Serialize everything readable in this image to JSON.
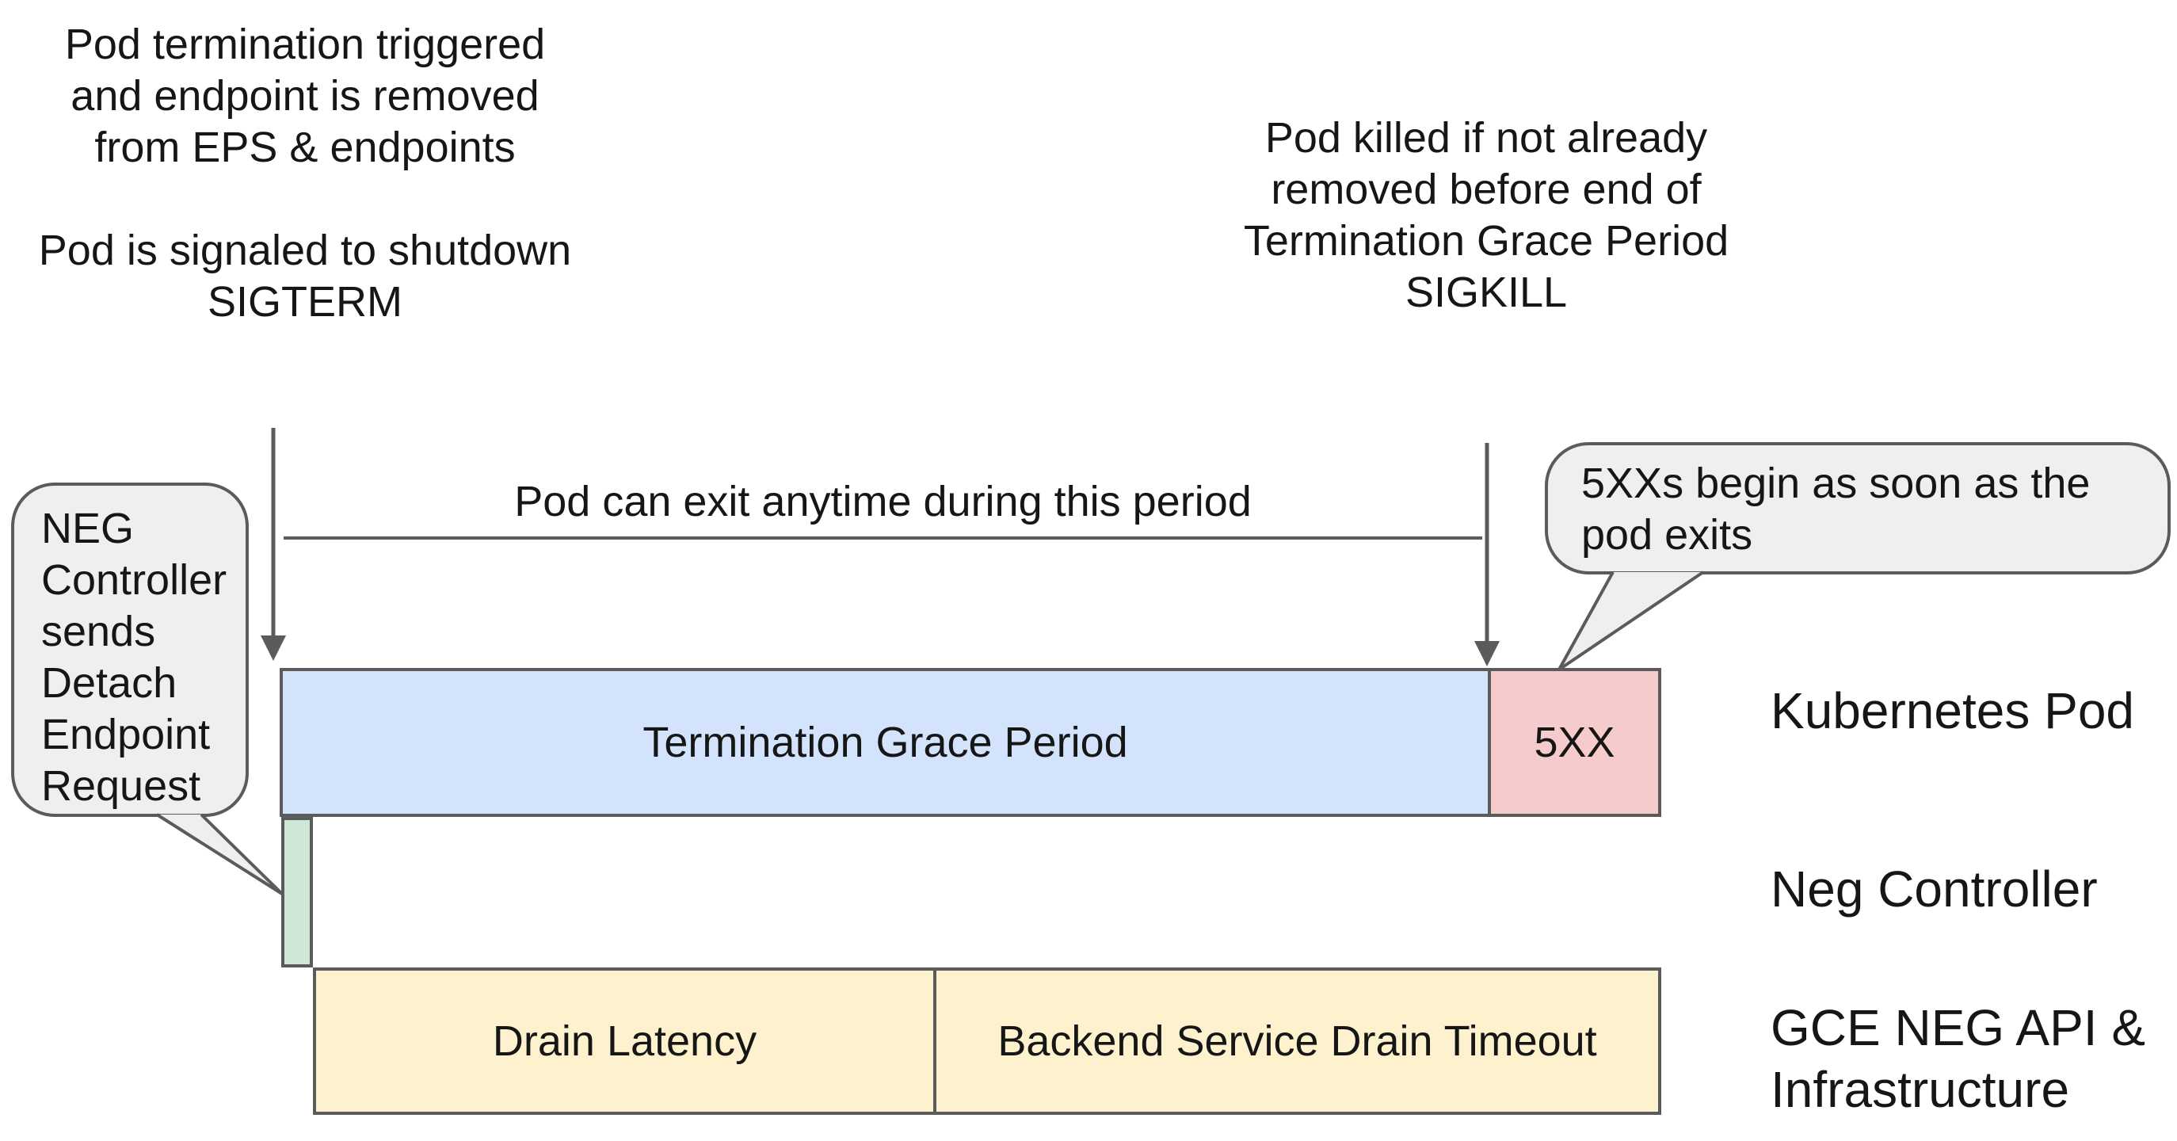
{
  "colors": {
    "blue": "#d2e3fb",
    "pink": "#f5cccb",
    "green": "#cfe8d5",
    "yellow": "#fdf2cd",
    "bubble": "#efefef",
    "stroke": "#5b5b5b",
    "text": "#161616"
  },
  "notes": {
    "top_left": {
      "line1": "Pod termination triggered",
      "line2": "and endpoint is removed",
      "line3": "from EPS & endpoints",
      "line4": "Pod is signaled to shutdown",
      "line5": "SIGTERM"
    },
    "top_right": {
      "line1": "Pod killed if not already",
      "line2": "removed before end of",
      "line3": "Termination Grace Period",
      "line4": "SIGKILL"
    },
    "exit_period": "Pod can exit anytime during this period"
  },
  "callouts": {
    "neg_controller": {
      "line1": "NEG",
      "line2": "Controller",
      "line3": "sends",
      "line4": "Detach",
      "line5": "Endpoint",
      "line6": "Request"
    },
    "five_xx": {
      "line1": "5XXs begin as soon as the",
      "line2": "pod exits"
    }
  },
  "timeline": {
    "grace_period": "Termination Grace Period",
    "five_xx": "5XX",
    "drain_latency": "Drain Latency",
    "backend_drain_timeout": "Backend Service Drain Timeout"
  },
  "rows": {
    "kubernetes_pod": "Kubernetes Pod",
    "neg_controller": "Neg Controller",
    "gce_line1": "GCE NEG API &",
    "gce_line2": "Infrastructure"
  }
}
